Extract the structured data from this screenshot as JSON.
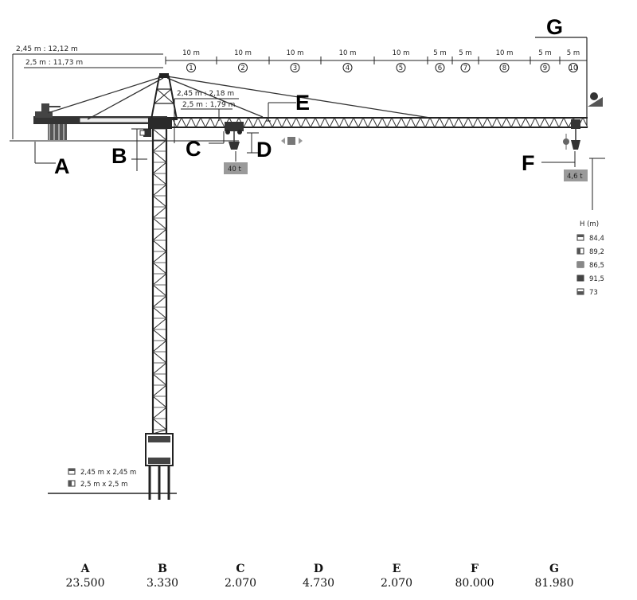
{
  "figure": {
    "top_dims": {
      "left_145": "2,45 m : 12,12 m",
      "left_25": "2,5 m : 11,73 m",
      "mid_145": "2,45 m : 2,18 m",
      "mid_25": "2,5 m : 1,79 m"
    },
    "sections": [
      {
        "length": "10 m",
        "num": "1"
      },
      {
        "length": "10 m",
        "num": "2"
      },
      {
        "length": "10 m",
        "num": "3"
      },
      {
        "length": "10 m",
        "num": "4"
      },
      {
        "length": "10 m",
        "num": "5"
      },
      {
        "length": "5 m",
        "num": "6"
      },
      {
        "length": "5 m",
        "num": "7"
      },
      {
        "length": "10 m",
        "num": "8"
      },
      {
        "length": "5 m",
        "num": "9"
      },
      {
        "length": "5 m",
        "num": "10"
      }
    ],
    "letters": {
      "A": "A",
      "B": "B",
      "C": "C",
      "D": "D",
      "E": "E",
      "F": "F",
      "G": "G"
    },
    "loads": {
      "max_load": "40 t",
      "tip_load": "4,6 t"
    },
    "height": {
      "title": "H (m)",
      "values": [
        "84,4",
        "89,2",
        "86,5",
        "91,5",
        "73"
      ]
    },
    "mast": {
      "size_1": "2,45 m x 2,45 m",
      "size_2": "2,5 m x 2,5 m"
    }
  },
  "table": {
    "headers": [
      "A",
      "B",
      "C",
      "D",
      "E",
      "F",
      "G"
    ],
    "values": [
      "23.500",
      "3.330",
      "2.070",
      "4.730",
      "2.070",
      "80.000",
      "81.980"
    ]
  }
}
